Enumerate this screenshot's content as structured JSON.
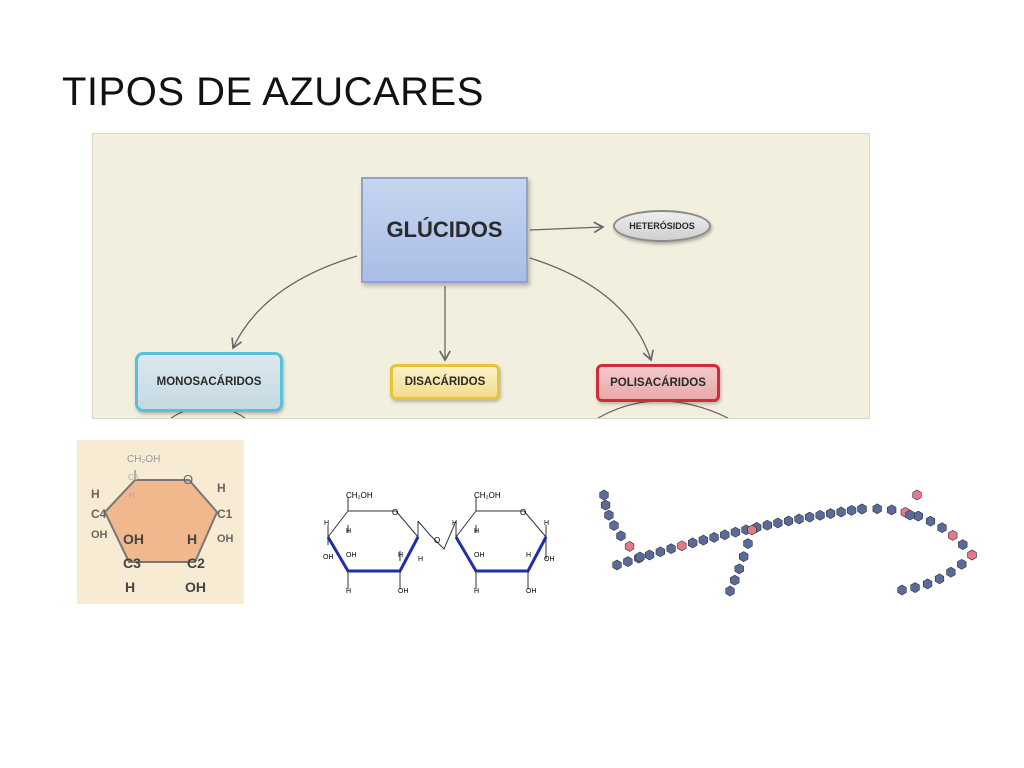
{
  "slide": {
    "title": "TIPOS DE AZUCARES"
  },
  "concept_map": {
    "root": "GLÚCIDOS",
    "side": "HETERÓSIDOS",
    "children": [
      "MONOSACÁRIDOS",
      "DISACÁRIDOS",
      "POLISACÁRIDOS"
    ]
  },
  "monosaccharide": {
    "ch2oh": "CH₂OH",
    "c6": "C6",
    "h6": "H",
    "o": "O",
    "h4": "H",
    "c4": "C4",
    "oh4": "OH",
    "h1": "H",
    "c1": "C1",
    "oh1": "OH",
    "oh3": "OH",
    "c3": "C3",
    "h3": "H",
    "h2": "H",
    "c2": "C2",
    "oh2": "OH"
  },
  "disaccharide": {
    "ch2oh_left": "CH₂OH",
    "ch2oh_right": "CH₂OH",
    "o_ring_left": "O",
    "o_ring_right": "O",
    "o_bridge": "O",
    "h": "H",
    "oh": "OH"
  },
  "colors": {
    "map_bg": "#f3efdf",
    "mono_border": "#55c1da",
    "di_border": "#e6c437",
    "poli_border": "#cf2d3b",
    "ring_bonds": "#1f2fa8",
    "hexagon_fill": "#5a6a9a",
    "hexagon_branch_fill": "#e27a8a"
  }
}
